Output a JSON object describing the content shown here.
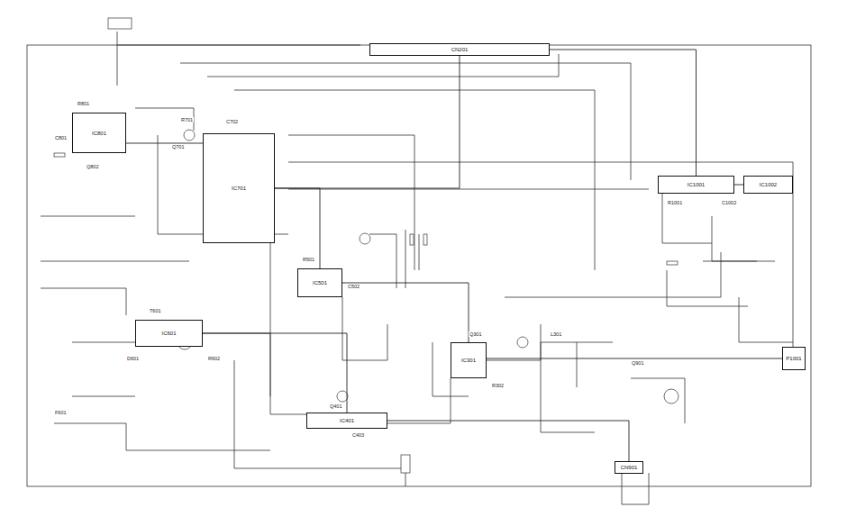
{
  "diagram": {
    "nodes": [
      {
        "text": [
          "IC701"
        ]
      },
      {
        "text": [
          "IC801"
        ]
      },
      {
        "text": [
          "IC501"
        ]
      },
      {
        "text": [
          "IC601"
        ]
      },
      {
        "text": [
          "IC401"
        ]
      },
      {
        "text": [
          "IC1001"
        ]
      },
      {
        "text": [
          "IC1002"
        ]
      },
      {
        "text": [
          "IC301"
        ]
      },
      {
        "text": [
          "CN201"
        ]
      },
      {
        "text": [
          "P1001"
        ]
      },
      {
        "text": [
          "CN901"
        ]
      }
    ],
    "edges": [
      {
        "from": 1,
        "to": 0,
        "arrow": "none"
      },
      {
        "from": 0,
        "to": 8,
        "arrow": "none"
      },
      {
        "from": 0,
        "to": 2,
        "arrow": "none"
      },
      {
        "from": 3,
        "to": 4,
        "arrow": "none"
      },
      {
        "from": 2,
        "to": 7,
        "arrow": "none"
      },
      {
        "from": 5,
        "to": 6,
        "arrow": "none"
      },
      {
        "from": 7,
        "to": 9,
        "arrow": "none"
      },
      {
        "from": 4,
        "to": 10,
        "arrow": "none"
      },
      {
        "from": 8,
        "to": 5,
        "arrow": "none"
      }
    ],
    "labels": [
      "R701",
      "C702",
      "Q701",
      "R801",
      "C801",
      "Q802",
      "R501",
      "C502",
      "T601",
      "D601",
      "R602",
      "Q401",
      "C403",
      "R1001",
      "C1002",
      "Q301",
      "R302",
      "L301",
      "F601",
      "Q901"
    ]
  }
}
